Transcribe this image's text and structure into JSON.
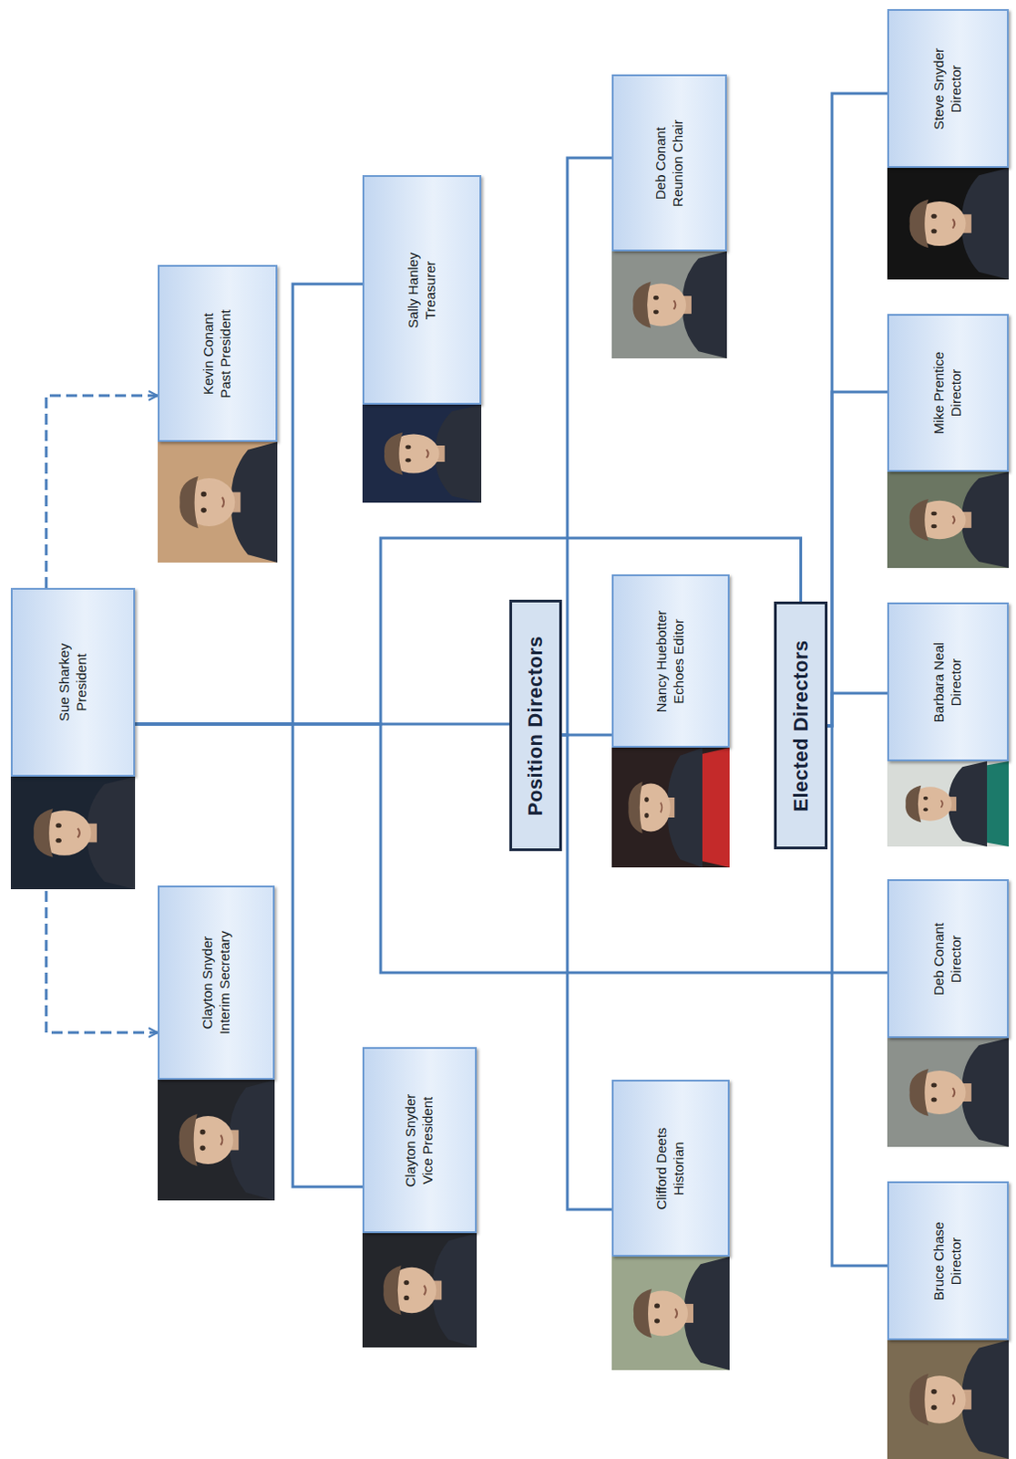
{
  "diagram": {
    "nodes": [
      {
        "text": [
          "Sue Sharkey",
          "President"
        ]
      },
      {
        "text": [
          "Kevin Conant",
          "Past President"
        ]
      },
      {
        "text": [
          "Clayton Snyder",
          "Interim Secretary"
        ]
      },
      {
        "text": [
          "Sally Hanley",
          "Treasurer"
        ]
      },
      {
        "text": [
          "Clayton Snyder",
          "Vice President"
        ]
      },
      {
        "text": [
          "Position Directors"
        ]
      },
      {
        "text": [
          "Deb Conant",
          "Reunion Chair"
        ]
      },
      {
        "text": [
          "Nancy Huebotter",
          "Echoes Editor"
        ]
      },
      {
        "text": [
          "Clifford Deets",
          "Historian"
        ]
      },
      {
        "text": [
          "Elected Directors"
        ]
      },
      {
        "text": [
          "Steve Snyder",
          "Director"
        ]
      },
      {
        "text": [
          "Mike Prentice",
          "Director"
        ]
      },
      {
        "text": [
          "Barbara Neal",
          "Director"
        ]
      },
      {
        "text": [
          "Deb Conant",
          "Director"
        ]
      },
      {
        "text": [
          "Bruce Chase",
          "Director"
        ]
      }
    ],
    "edges": [
      {
        "from": 0,
        "to": 1,
        "arrow": "to"
      },
      {
        "from": 0,
        "to": 2,
        "arrow": "to"
      },
      {
        "from": 0,
        "to": 3,
        "arrow": "none"
      },
      {
        "from": 0,
        "to": 4,
        "arrow": "none"
      },
      {
        "from": 0,
        "to": 5,
        "arrow": "none"
      },
      {
        "from": 5,
        "to": 6,
        "arrow": "none"
      },
      {
        "from": 5,
        "to": 7,
        "arrow": "none"
      },
      {
        "from": 5,
        "to": 8,
        "arrow": "none"
      },
      {
        "from": 0,
        "to": 9,
        "arrow": "none"
      },
      {
        "from": 0,
        "to": 13,
        "arrow": "none"
      },
      {
        "from": 9,
        "to": 10,
        "arrow": "none"
      },
      {
        "from": 9,
        "to": 11,
        "arrow": "none"
      },
      {
        "from": 9,
        "to": 12,
        "arrow": "none"
      },
      {
        "from": 9,
        "to": 14,
        "arrow": "none"
      }
    ]
  }
}
